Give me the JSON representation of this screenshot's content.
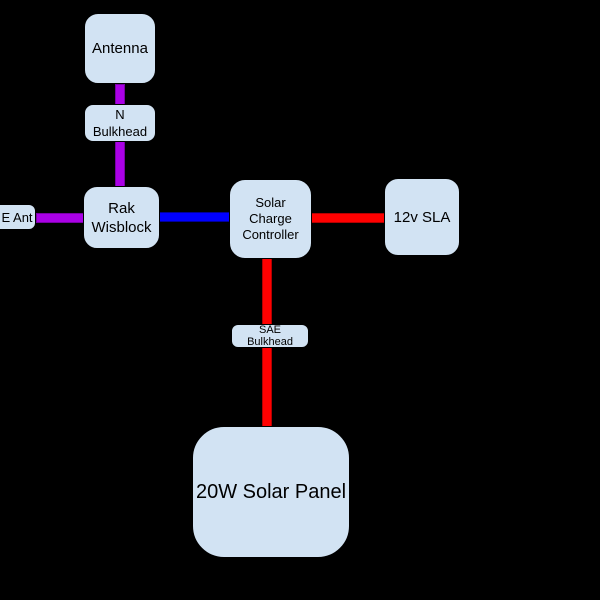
{
  "diagram": {
    "background_color": "#000000",
    "box_fill_color": "#d2e3f3",
    "box_border_color": "#000000",
    "text_color": "#000000",
    "wire_colors": {
      "purple": "#aa00e6",
      "blue": "#0000ff",
      "red": "#ff0000"
    },
    "nodes": {
      "antenna": {
        "label": "Antenna"
      },
      "n_bulkhead": {
        "label": "N\nBulkhead"
      },
      "e_ant": {
        "label": "E Ant"
      },
      "rak_wisblock": {
        "label": "Rak\nWisblock"
      },
      "solar_charge_controller": {
        "label": "Solar\nCharge\nController"
      },
      "battery_12v_sla": {
        "label": "12v SLA"
      },
      "sae_bulkhead": {
        "label": "SAE\nBulkhead"
      },
      "solar_panel_20w": {
        "label": "20W Solar Panel"
      }
    },
    "edges": [
      {
        "from": "antenna",
        "to": "n_bulkhead",
        "color_name": "purple",
        "color": "#aa00e6",
        "orientation": "vertical"
      },
      {
        "from": "n_bulkhead",
        "to": "rak_wisblock",
        "color_name": "purple",
        "color": "#aa00e6",
        "orientation": "vertical"
      },
      {
        "from": "e_ant",
        "to": "rak_wisblock",
        "color_name": "purple",
        "color": "#aa00e6",
        "orientation": "horizontal"
      },
      {
        "from": "rak_wisblock",
        "to": "solar_charge_controller",
        "color_name": "blue",
        "color": "#0000ff",
        "orientation": "horizontal"
      },
      {
        "from": "solar_charge_controller",
        "to": "battery_12v_sla",
        "color_name": "red",
        "color": "#ff0000",
        "orientation": "horizontal"
      },
      {
        "from": "solar_charge_controller",
        "to": "sae_bulkhead",
        "color_name": "red",
        "color": "#ff0000",
        "orientation": "vertical"
      },
      {
        "from": "sae_bulkhead",
        "to": "solar_panel_20w",
        "color_name": "red",
        "color": "#ff0000",
        "orientation": "vertical"
      }
    ]
  }
}
